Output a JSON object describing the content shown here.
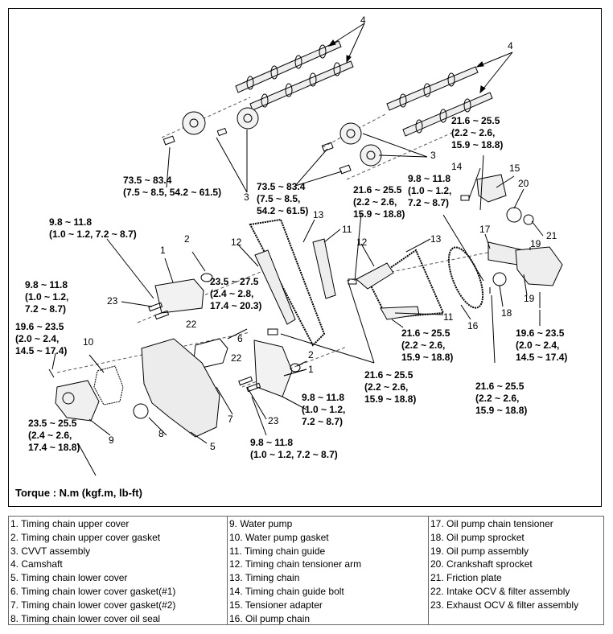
{
  "diagram": {
    "callouts": {
      "c1a": "1",
      "c1b": "1",
      "c2a": "2",
      "c2b": "2",
      "c3a": "3",
      "c3b": "3",
      "c4a": "4",
      "c4b": "4",
      "c5": "5",
      "c6": "6",
      "c7": "7",
      "c8": "8",
      "c9": "9",
      "c10": "10",
      "c11a": "11",
      "c11b": "11",
      "c12a": "12",
      "c12b": "12",
      "c13a": "13",
      "c13b": "13",
      "c14": "14",
      "c15": "15",
      "c16": "16",
      "c17": "17",
      "c18": "18",
      "c19a": "19",
      "c19b": "19",
      "c20": "20",
      "c21": "21",
      "c22a": "22",
      "c22b": "22",
      "c23a": "23",
      "c23b": "23"
    },
    "torques": {
      "t1": "73.5 ~ 83.4\n(7.5 ~ 8.5, 54.2 ~ 61.5)",
      "t2": "73.5 ~ 83.4\n(7.5 ~ 8.5,\n54.2 ~ 61.5)",
      "t3": "21.6 ~ 25.5\n(2.2 ~ 2.6,\n15.9 ~ 18.8)",
      "t4": "21.6 ~ 25.5\n(2.2 ~ 2.6,\n15.9 ~ 18.8)",
      "t5": "9.8 ~ 11.8\n(1.0 ~ 1.2,\n7.2 ~ 8.7)",
      "t6": "9.8 ~ 11.8\n(1.0 ~ 1.2, 7.2 ~ 8.7)",
      "t7": "23.5 ~ 27.5\n(2.4 ~ 2.8,\n17.4 ~ 20.3)",
      "t8": "9.8 ~ 11.8\n(1.0 ~ 1.2,\n7.2 ~ 8.7)",
      "t9": "19.6 ~ 23.5\n(2.0 ~ 2.4,\n14.5 ~ 17.4)",
      "t10": "21.6 ~ 25.5\n(2.2 ~ 2.6,\n15.9 ~ 18.8)",
      "t11": "21.6 ~ 25.5\n(2.2 ~ 2.6,\n15.9 ~ 18.8)",
      "t12": "19.6 ~ 23.5\n(2.0 ~ 2.4,\n14.5 ~ 17.4)",
      "t13": "9.8 ~ 11.8\n(1.0 ~ 1.2,\n7.2 ~ 8.7)",
      "t14": "23.5 ~ 25.5\n(2.4 ~ 2.6,\n17.4 ~ 18.8)",
      "t15": "9.8 ~ 11.8\n(1.0 ~ 1.2, 7.2 ~ 8.7)",
      "t16": "21.6 ~ 25.5\n(2.2 ~ 2.6,\n15.9 ~ 18.8)"
    },
    "torque_note": "Torque : N.m (kgf.m, lb-ft)"
  },
  "legend": {
    "col1": [
      "1. Timing chain upper cover",
      "2. Timing chain upper cover gasket",
      "3. CVVT assembly",
      "4. Camshaft",
      "5. Timing chain lower cover",
      "6. Timing chain lower cover gasket(#1)",
      "7. Timing chain lower cover gasket(#2)",
      "8. Timing chain lower cover oil seal"
    ],
    "col2": [
      "9. Water pump",
      "10. Water pump gasket",
      "11. Timing chain guide",
      "12. Timing chain tensioner arm",
      "13. Timing chain",
      "14. Timing chain guide bolt",
      "15. Tensioner adapter",
      "16. Oil pump chain"
    ],
    "col3": [
      "17. Oil pump chain tensioner",
      "18. Oil pump sprocket",
      "19. Oil pump assembly",
      "20. Crankshaft sprocket",
      "21. Friction plate",
      "22. Intake OCV & filter assembly",
      "23. Exhaust OCV & filter assembly"
    ]
  }
}
